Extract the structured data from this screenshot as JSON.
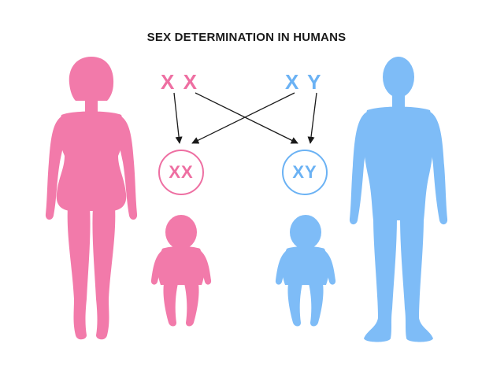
{
  "title": "SEX DETERMINATION IN HUMANS",
  "parents": {
    "mother_chromosomes": "X X",
    "father_chromosomes": "X Y"
  },
  "offspring": {
    "female_genotype": "XX",
    "male_genotype": "XY"
  },
  "colors": {
    "female": "#f27aaa",
    "male": "#7ebcf7",
    "arrow": "#1a1a1a",
    "title": "#1a1a1a"
  }
}
